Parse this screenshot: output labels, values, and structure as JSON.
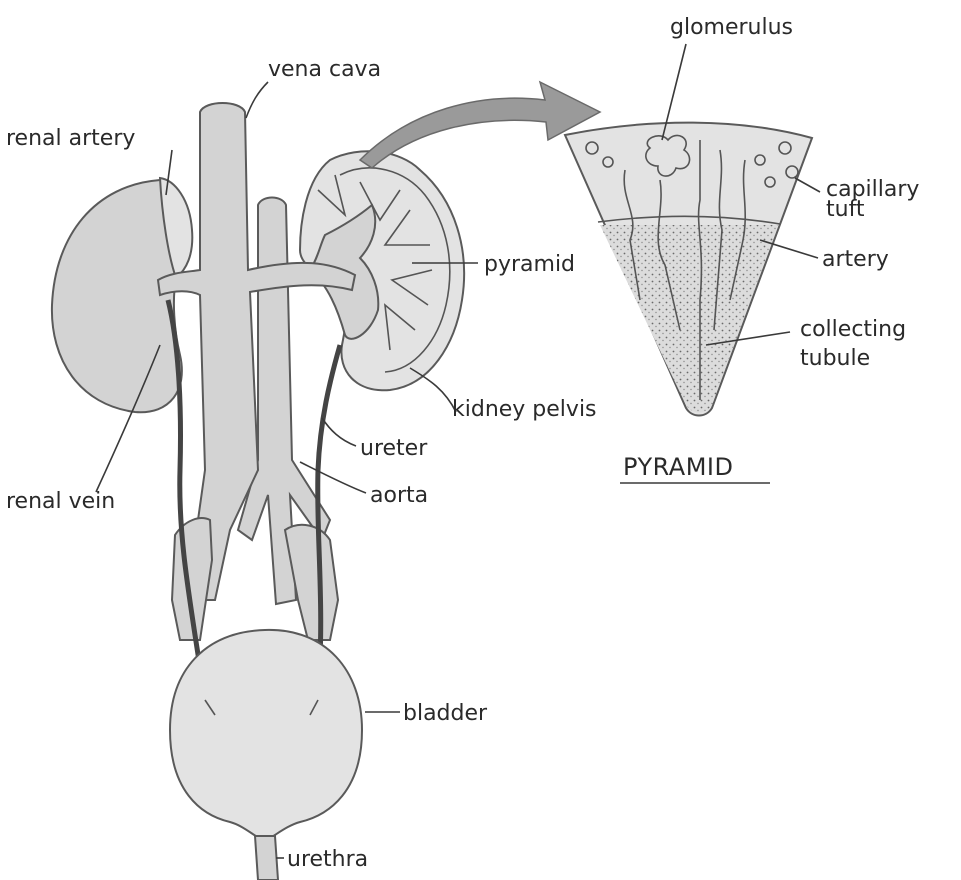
{
  "labels": {
    "vena_cava": "vena cava",
    "renal_artery": "renal artery",
    "renal_vein": "renal vein",
    "pyramid": "pyramid",
    "kidney_pelvis": "kidney pelvis",
    "ureter": "ureter",
    "aorta": "aorta",
    "bladder": "bladder",
    "urethra": "urethra",
    "glomerulus": "glomerulus",
    "capillary_tuft_line1": "capillary",
    "capillary_tuft_line2": "tuft",
    "artery": "artery",
    "collecting_tubule_line1": "collecting",
    "collecting_tubule_line2": "tubule",
    "pyramid_title": "PYRAMID"
  },
  "colors": {
    "ink": "#2a2a2a",
    "stipple": "#d3d3d3",
    "background": "#ffffff"
  }
}
